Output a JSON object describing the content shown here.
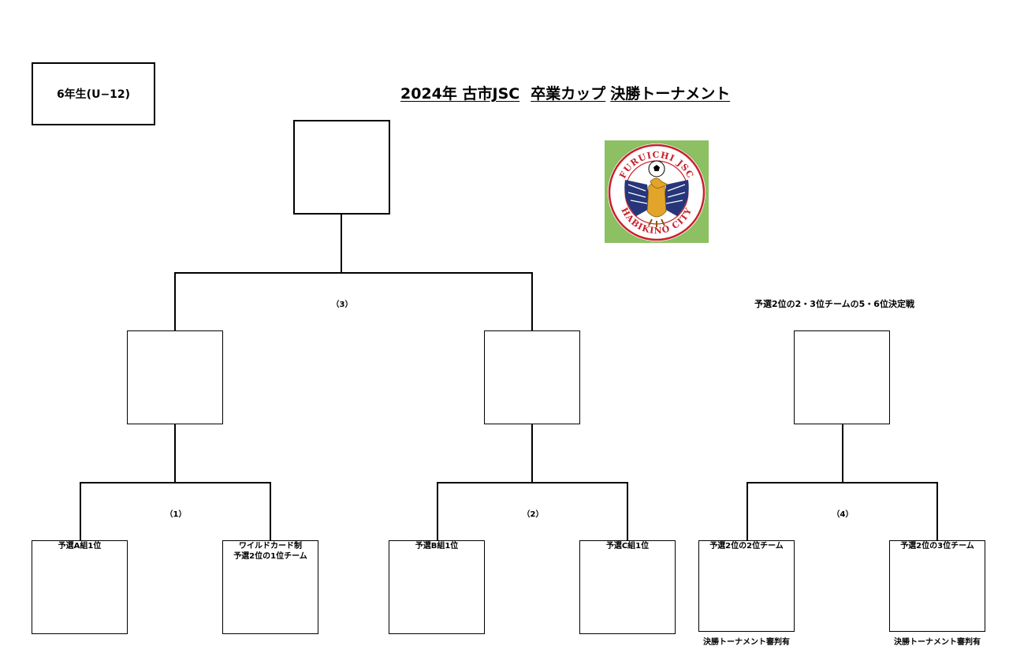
{
  "header": {
    "grade_label": "6年生(U−12)",
    "title_part1": "2024年 古市JSC",
    "title_part2": "卒業カップ",
    "title_part3": "決勝トーナメント"
  },
  "logo": {
    "icon": "club-crest-eagle-soccer-ball",
    "top_text": "FURUICHI JSC",
    "bottom_text": "HABIKINO CITY",
    "colors": {
      "background": "#8cc063",
      "ring": "#c8202a",
      "eagle_body": "#e2a52a",
      "wings": "#27367a"
    }
  },
  "matches": {
    "m1": "（1）",
    "m2": "（2）",
    "m3": "（3）",
    "m4": "（4）"
  },
  "placement_title": "予選2位の2・3位チームの5・6位決定戦",
  "teams": {
    "t1": "予選A組1位",
    "t2_line1": "ワイルドカード制",
    "t2_line2": "予選2位の1位チーム",
    "t3": "予選B組1位",
    "t4": "予選C組1位",
    "t5": "予選2位の2位チーム",
    "t6": "予選2位の3位チーム"
  },
  "notes": {
    "n1": "決勝トーナメント審判有",
    "n2": "決勝トーナメント審判有"
  }
}
